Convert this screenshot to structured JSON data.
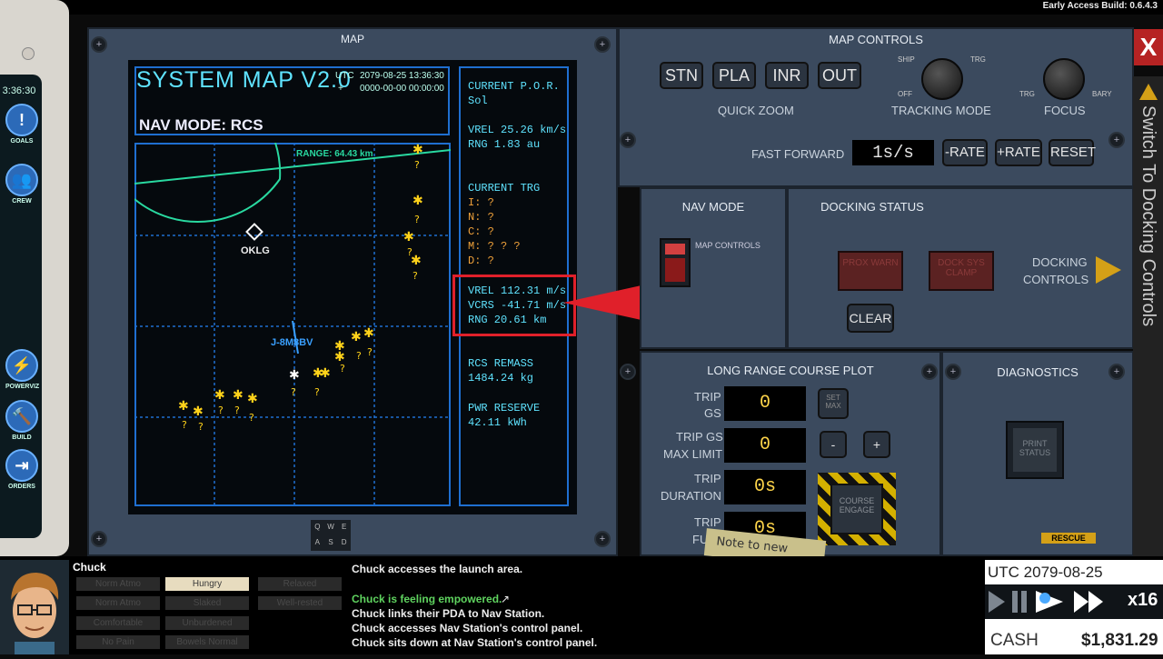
{
  "build": "Early Access Build: 0.6.4.3",
  "pda": {
    "time": "3:36:30",
    "buttons": [
      {
        "label": "GOALS",
        "icon": "!"
      },
      {
        "label": "CREW",
        "icon": "👥"
      },
      {
        "label": "POWERVIZ",
        "icon": "⚡"
      },
      {
        "label": "BUILD",
        "icon": "🔨"
      },
      {
        "label": "ORDERS",
        "icon": "⇥"
      }
    ]
  },
  "map": {
    "panel_title": "MAP",
    "system_title": "SYSTEM MAP V2.0",
    "utc_label": "UTC",
    "utc_value": "2079-08-25 13:36:30",
    "plus_label": "+",
    "plus_value": "0000-00-00 00:00:00",
    "nav_mode": "NAV MODE: RCS",
    "range_label": "RANGE: 64.43 km",
    "station_label": "OKLG",
    "ship_label": "J-8M8BV",
    "keys": [
      "Q",
      "W",
      "E",
      "A",
      "S",
      "D"
    ]
  },
  "readouts": {
    "por_title": "CURRENT P.O.R.",
    "por_value": "Sol",
    "vrel1": "VREL 25.26 km/s",
    "rng1": "RNG 1.83 au",
    "trg_title": "CURRENT TRG",
    "trg_lines": [
      "I: ?",
      "N: ?",
      "C: ?",
      "M: ? ? ?",
      "D: ?"
    ],
    "vrel2": "VREL 112.31 m/s",
    "vcrs": "VCRS -41.71 m/s",
    "rng2": "RNG 20.61 km",
    "rcs_title": "RCS REMASS",
    "rcs_value": "1484.24 kg",
    "pwr_title": "PWR RESERVE",
    "pwr_value": "42.11 kWh"
  },
  "map_controls": {
    "title": "MAP CONTROLS",
    "zoom_buttons": [
      "STN",
      "PLA",
      "INR",
      "OUT"
    ],
    "quick_zoom": "QUICK ZOOM",
    "tracking_ship": "SHIP",
    "tracking_trg": "TRG",
    "tracking_off": "OFF",
    "tracking_label": "TRACKING MODE",
    "focus_trg": "TRG",
    "focus_bary": "BARY",
    "focus_label": "FOCUS",
    "ff_label": "FAST FORWARD",
    "ff_value": "1s/s",
    "minus_rate": "-RATE",
    "plus_rate": "+RATE",
    "reset": "RESET"
  },
  "nav_mode": {
    "title": "NAV MODE",
    "switch_label": "MAP CONTROLS"
  },
  "docking": {
    "title": "DOCKING STATUS",
    "prox_warn": "PROX WARN",
    "dock_sys": "DOCK SYS CLAMP",
    "clear": "CLEAR",
    "controls_line1": "DOCKING",
    "controls_line2": "CONTROLS"
  },
  "course": {
    "title": "LONG RANGE COURSE PLOT",
    "trip_gs_1": "TRIP",
    "trip_gs_2": "GS",
    "trip_gs_val": "0",
    "set_max": "SET MAX",
    "max_1": "TRIP GS",
    "max_2": "MAX LIMIT",
    "max_val": "0",
    "minus": "-",
    "plus": "+",
    "dur_1": "TRIP",
    "dur_2": "DURATION",
    "dur_val": "0s",
    "fuel_1": "TRIP",
    "fuel_2": "FU",
    "fuel_val": "0s",
    "engage": "COURSE ENGAGE",
    "note": "Note to new"
  },
  "diagnostics": {
    "title": "DIAGNOSTICS",
    "print": "PRINT STATUS",
    "rescue": "RESCUE"
  },
  "side_tab": "Switch To Docking Controls",
  "close": "X",
  "crew": {
    "name": "Chuck",
    "traits": [
      [
        "Norm Atmo",
        "Hungry",
        "Relaxed"
      ],
      [
        "Norm Atmo",
        "Slaked",
        "Well-rested"
      ],
      [
        "Comfortable",
        "Unburdened",
        ""
      ],
      [
        "No Pain",
        "Bowels Normal",
        ""
      ]
    ]
  },
  "log": [
    {
      "text": "Chuck accesses the launch area.",
      "color": "#eeeeee"
    },
    {
      "text": "",
      "color": "#eeeeee"
    },
    {
      "text": "Chuck is feeling empowered.",
      "color": "#5fd35f"
    },
    {
      "text": "Chuck links their PDA to Nav Station.",
      "color": "#eeeeee"
    },
    {
      "text": "Chuck accesses Nav Station's control panel.",
      "color": "#eeeeee"
    },
    {
      "text": "Chuck sits down at Nav Station's control panel.",
      "color": "#eeeeee"
    }
  ],
  "clock": {
    "utc": "UTC 2079-08-25 13:36:30",
    "speed": "x16",
    "cash_label": "CASH",
    "cash_value": "$1,831.29"
  },
  "colors": {
    "highlight": "#e0202a",
    "map_line": "#1f6fd0",
    "star": "#ffd21a"
  }
}
